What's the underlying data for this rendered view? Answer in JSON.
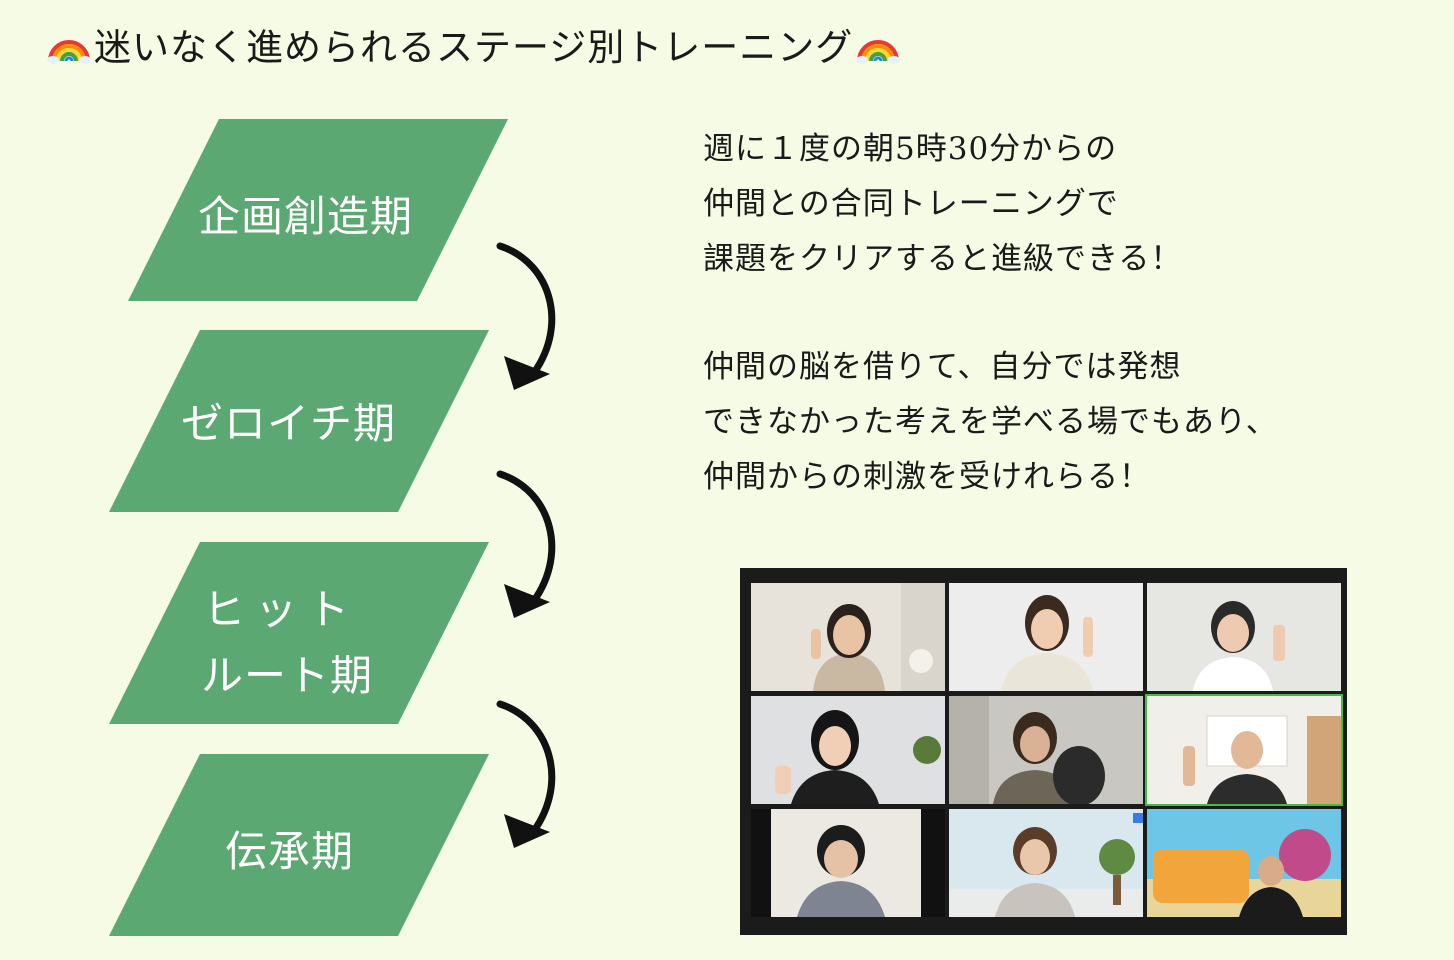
{
  "title": {
    "text": "迷いなく進められるステージ別トレーニング",
    "left_icon": "rainbow-icon",
    "right_icon": "rainbow-icon"
  },
  "stages": [
    {
      "lines": [
        "企画創造期"
      ]
    },
    {
      "lines": [
        "ゼロイチ期"
      ]
    },
    {
      "lines": [
        "ヒット",
        "ルート期"
      ]
    },
    {
      "lines": [
        "伝承期"
      ]
    }
  ],
  "description": {
    "paragraph1": [
      "週に１度の朝5時30分からの",
      "仲間との合同トレーニングで",
      "課題をクリアすると進級できる！"
    ],
    "paragraph2": [
      "仲間の脳を借りて、自分では発想",
      "できなかった考えを学べる場でもあり、",
      "仲間からの刺激を受けれらる！"
    ]
  },
  "photo": {
    "icon": "video-call-grid-photo",
    "tile_count": 9
  },
  "colors": {
    "background": "#f6fbe6",
    "stage_green": "#5ba872",
    "text": "#1a1a1a",
    "stage_text": "#ffffff"
  }
}
